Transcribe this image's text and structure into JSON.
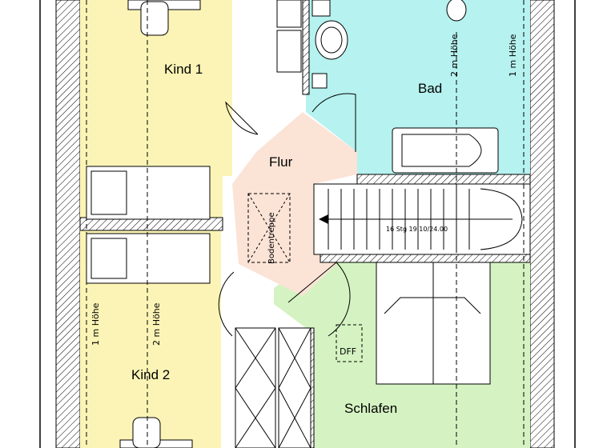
{
  "rooms": {
    "kind1": "Kind 1",
    "kind2": "Kind 2",
    "bad": "Bad",
    "flur": "Flur",
    "schlafen": "Schlafen"
  },
  "annotations": {
    "height_1m": "1 m Höhe",
    "height_2m": "2 m Höhe",
    "stair": "16 Stg 19.10/24.00",
    "attic_ladder": "Bodentreppe",
    "roof_window": "DFF"
  },
  "colors": {
    "kind": "#fbf4b6",
    "bad": "#b6f2ef",
    "flur": "#fbe3d6",
    "schlafen": "#d5f3c2",
    "wall_hatch": "#000000"
  }
}
